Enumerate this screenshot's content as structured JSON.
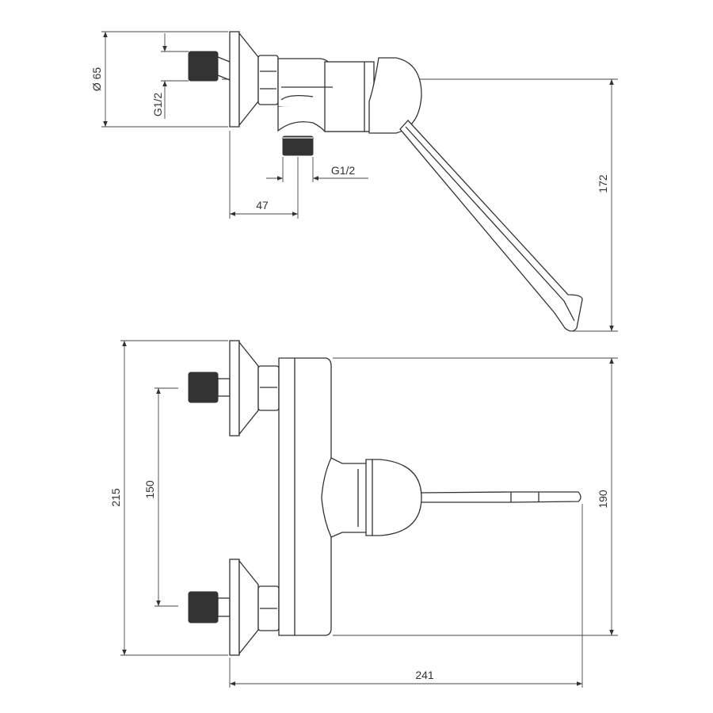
{
  "title": "Wall-mounted mixer tap with long lever – dimension drawing",
  "side_view": {
    "dimensions": {
      "flange_diameter": "Ø 65",
      "inlet_thread": "G1/2",
      "outlet_thread": "G1/2",
      "outlet_offset": "47",
      "height_to_lever": "172"
    }
  },
  "front_view": {
    "dimensions": {
      "total_height": "215",
      "inlet_spacing": "150",
      "body_height": "190",
      "projection": "241"
    }
  },
  "colors": {
    "line": "#333333",
    "thread": "#333333",
    "background": "#ffffff"
  }
}
